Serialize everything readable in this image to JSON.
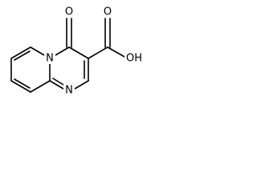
{
  "molecule": {
    "atoms": {
      "ring_n": "N",
      "ring_n_bottom": "N",
      "carbonyl_o": "O",
      "acid_o": "O",
      "acid_oh": "OH"
    }
  }
}
